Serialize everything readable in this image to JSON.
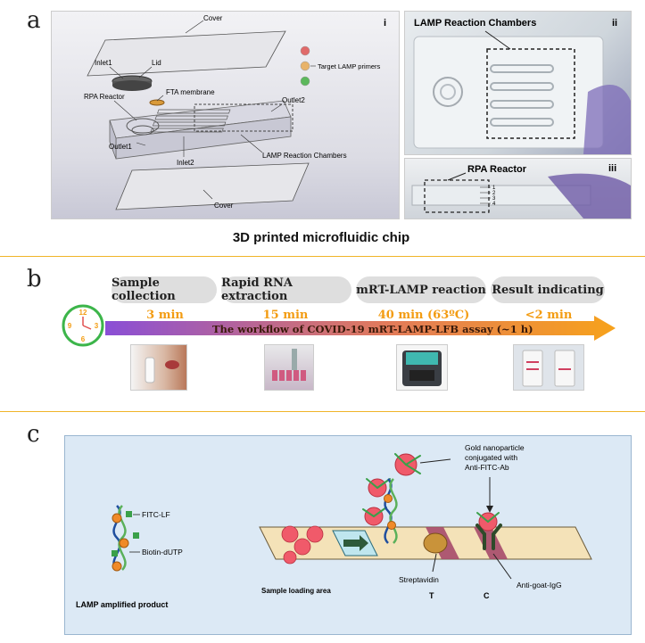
{
  "panel_a": {
    "letter": "a",
    "sub_i": "i",
    "sub_ii": "ii",
    "sub_iii": "iii",
    "labels": {
      "cover_top": "Cover",
      "inlet1": "Inlet1",
      "lid": "Lid",
      "fta": "FTA membrane",
      "rpa": "RPA Reactor",
      "outlet2": "Outlet2",
      "outlet1": "Outlet1",
      "inlet2": "Inlet2",
      "lamp_chambers": "LAMP Reaction Chambers",
      "cover_bottom": "Cover",
      "primers": "Target LAMP primers"
    },
    "photo_ii_label": "LAMP Reaction Chambers",
    "photo_iii_label": "RPA Reactor",
    "photo_iii_numbers": [
      "1",
      "2",
      "3",
      "4"
    ],
    "caption": "3D printed microfluidic chip",
    "primer_colors": [
      "#e06a6a",
      "#e8b36a",
      "#5cb85c"
    ]
  },
  "panel_b": {
    "letter": "b",
    "clock_numbers": [
      "12",
      "3",
      "6",
      "9"
    ],
    "steps": [
      {
        "label": "Sample collection",
        "time": "3 min"
      },
      {
        "label": "Rapid RNA extraction",
        "time": "15 min"
      },
      {
        "label": "mRT-LAMP reaction",
        "time": "40 min (63ºC)"
      },
      {
        "label": "Result indicating",
        "time": "<2 min"
      }
    ],
    "arrow_text": "The workflow of COVID-19 mRT-LAMP-LFB assay (~1 h)",
    "colors": {
      "arrow_start": "#8a4fd6",
      "arrow_end": "#f7a21b",
      "clock": "#3cb54a",
      "time": "#f39c12"
    }
  },
  "panel_c": {
    "letter": "c",
    "labels": {
      "fitc": "FITC-LF",
      "biotin": "Biotin-dUTP",
      "lamp_product": "LAMP amplified product",
      "gold_1": "Gold nanoparticle",
      "gold_2": "conjugated with",
      "gold_3": "Anti-FITC-Ab",
      "sample_area": "Sample loading area",
      "streptavidin": "Streptavidin",
      "anti_goat": "Anti-goat-IgG",
      "t_line": "T",
      "c_line": "C"
    },
    "colors": {
      "background": "#dce9f5",
      "strip": "#f4e2b8",
      "gold": "#f05a6a",
      "band": "#a64a6a"
    }
  }
}
